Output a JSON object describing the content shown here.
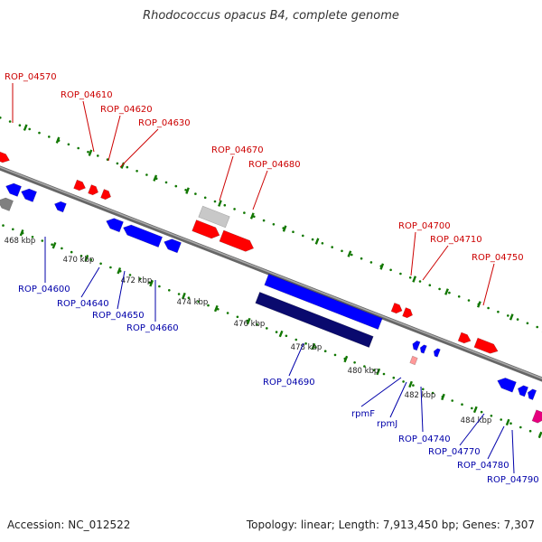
{
  "title": "Rhodococcus opacus B4, complete genome",
  "footer": {
    "accession": "Accession: NC_012522",
    "summary": "Topology: linear; Length: 7,913,450 bp; Genes: 7,307"
  },
  "colors": {
    "forward_gene": "#ff0000",
    "reverse_gene": "#0000ff",
    "forward_label": "#cc0000",
    "reverse_label": "#0000aa",
    "rna_gene": "#ff9999",
    "pseudo_gene": "#c8c8c8",
    "highlight_forward": "#e6007e",
    "highlight_reverse": "#0a0a6e",
    "grey_gene": "#808080",
    "backbone": "#888888",
    "tick": "#117700"
  },
  "scale": {
    "unit": "kbp",
    "labels": [
      "468 kbp",
      "470 kbp",
      "472 kbp",
      "474 kbp",
      "476 kbp",
      "478 kbp",
      "480 kbp",
      "482 kbp",
      "484 kbp"
    ]
  },
  "forward_genes": [
    "ROP_04570",
    "ROP_04610",
    "ROP_04620",
    "ROP_04630",
    "ROP_04670",
    "ROP_04680",
    "ROP_04700",
    "ROP_04710",
    "ROP_04750"
  ],
  "reverse_genes": [
    "ROP_04600",
    "ROP_04640",
    "ROP_04650",
    "ROP_04660",
    "ROP_04690",
    "rpmF",
    "rpmJ",
    "ROP_04740",
    "ROP_04770",
    "ROP_04780",
    "ROP_04790"
  ]
}
